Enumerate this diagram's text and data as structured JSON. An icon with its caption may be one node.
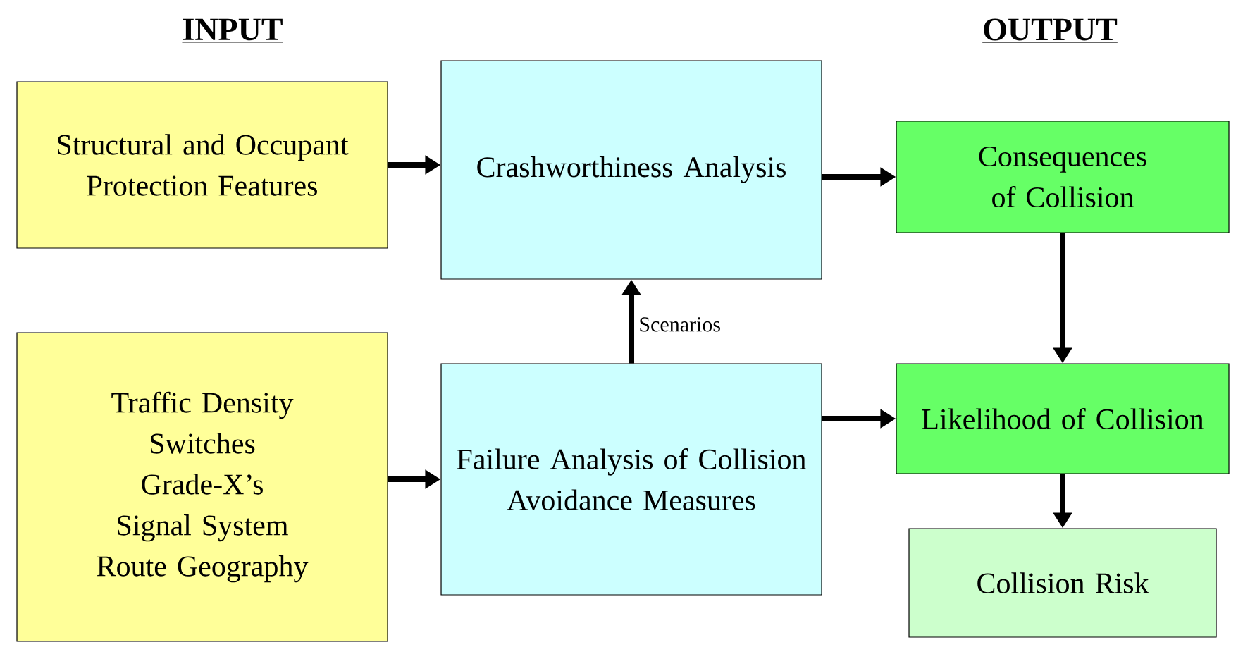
{
  "diagram": {
    "nodes": [
      {
        "text": [
          "Structural and Occupant Protection Features"
        ]
      },
      {
        "text": [
          "Traffic Density",
          "Switches",
          "Grade-X’s",
          "Signal System",
          "Route Geography"
        ]
      },
      {
        "text": [
          "Crashworthiness Analysis"
        ]
      },
      {
        "text": [
          "Failure Analysis of Collision Avoidance Measures"
        ]
      },
      {
        "text": [
          "Consequences of Collision"
        ]
      },
      {
        "text": [
          "Likelihood of Collision"
        ]
      },
      {
        "text": [
          "Collision Risk"
        ]
      }
    ],
    "edges": [
      {
        "from": 0,
        "to": 2,
        "arrow": "to"
      },
      {
        "from": 1,
        "to": 3,
        "arrow": "to"
      },
      {
        "from": 3,
        "to": 2,
        "arrow": "to",
        "label": "Scenarios"
      },
      {
        "from": 2,
        "to": 4,
        "arrow": "to"
      },
      {
        "from": 3,
        "to": 5,
        "arrow": "to"
      },
      {
        "from": 4,
        "to": 5,
        "arrow": "to"
      },
      {
        "from": 5,
        "to": 6,
        "arrow": "to"
      }
    ],
    "labels": [
      "INPUT",
      "OUTPUT"
    ]
  }
}
